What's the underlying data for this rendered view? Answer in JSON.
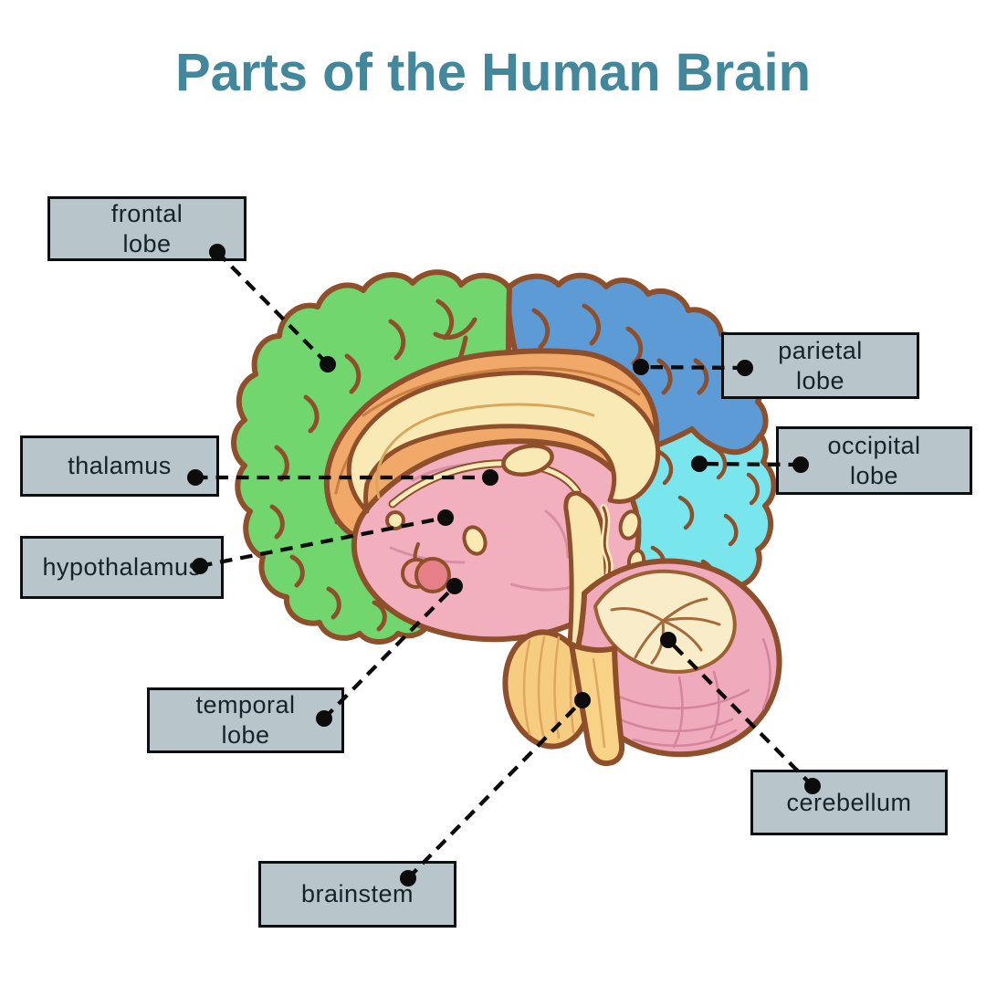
{
  "title": "Parts of the Human Brain",
  "theme": {
    "background": "#ffffff",
    "title_color": "#42879b",
    "label_box_fill": "#b8c5ca",
    "label_box_border": "#0b0f12",
    "label_text_color": "#15232b",
    "connector_color": "#0c0c0c",
    "brain_outline_color": "#8e4f2a"
  },
  "labels": [
    {
      "id": "frontal-lobe",
      "text": "frontal\nlobe",
      "region_color": "#72d66f"
    },
    {
      "id": "parietal-lobe",
      "text": "parietal\nlobe",
      "region_color": "#5c9bd6"
    },
    {
      "id": "occipital-lobe",
      "text": "occipital\nlobe",
      "region_color": "#79e6ed"
    },
    {
      "id": "thalamus",
      "text": "thalamus",
      "region_color": "#f2b0bf"
    },
    {
      "id": "hypothalamus",
      "text": "hypothalamus",
      "region_color": "#f2b0bf"
    },
    {
      "id": "temporal-lobe",
      "text": "temporal\nlobe",
      "region_color": "#f2b0bf"
    },
    {
      "id": "cerebellum",
      "text": "cerebellum",
      "region_color": "#efaabc"
    },
    {
      "id": "brainstem",
      "text": "brainstem",
      "region_color": "#f7d287"
    }
  ]
}
